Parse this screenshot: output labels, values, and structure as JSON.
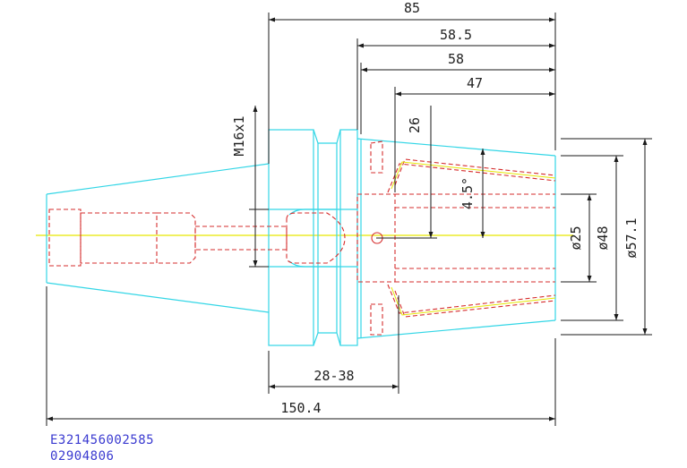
{
  "dimensions": {
    "overall_length": "85",
    "len_58_5": "58.5",
    "len_58": "58",
    "len_47": "47",
    "len_26": "26",
    "thread": "M16x1",
    "angle": "4.5°",
    "dia_25": "ø25",
    "dia_48": "ø48",
    "dia_57_1": "ø57.1",
    "range": "28-38",
    "total_length": "150.4"
  },
  "codes": {
    "part_number": "E321456002585",
    "ref_number": "02904806"
  },
  "colors": {
    "outline": "#33d6e6",
    "hidden": "#d62e2e",
    "centerline": "#e6e600",
    "dimension": "#1a1a1a",
    "code_text": "#3a3ad0"
  }
}
